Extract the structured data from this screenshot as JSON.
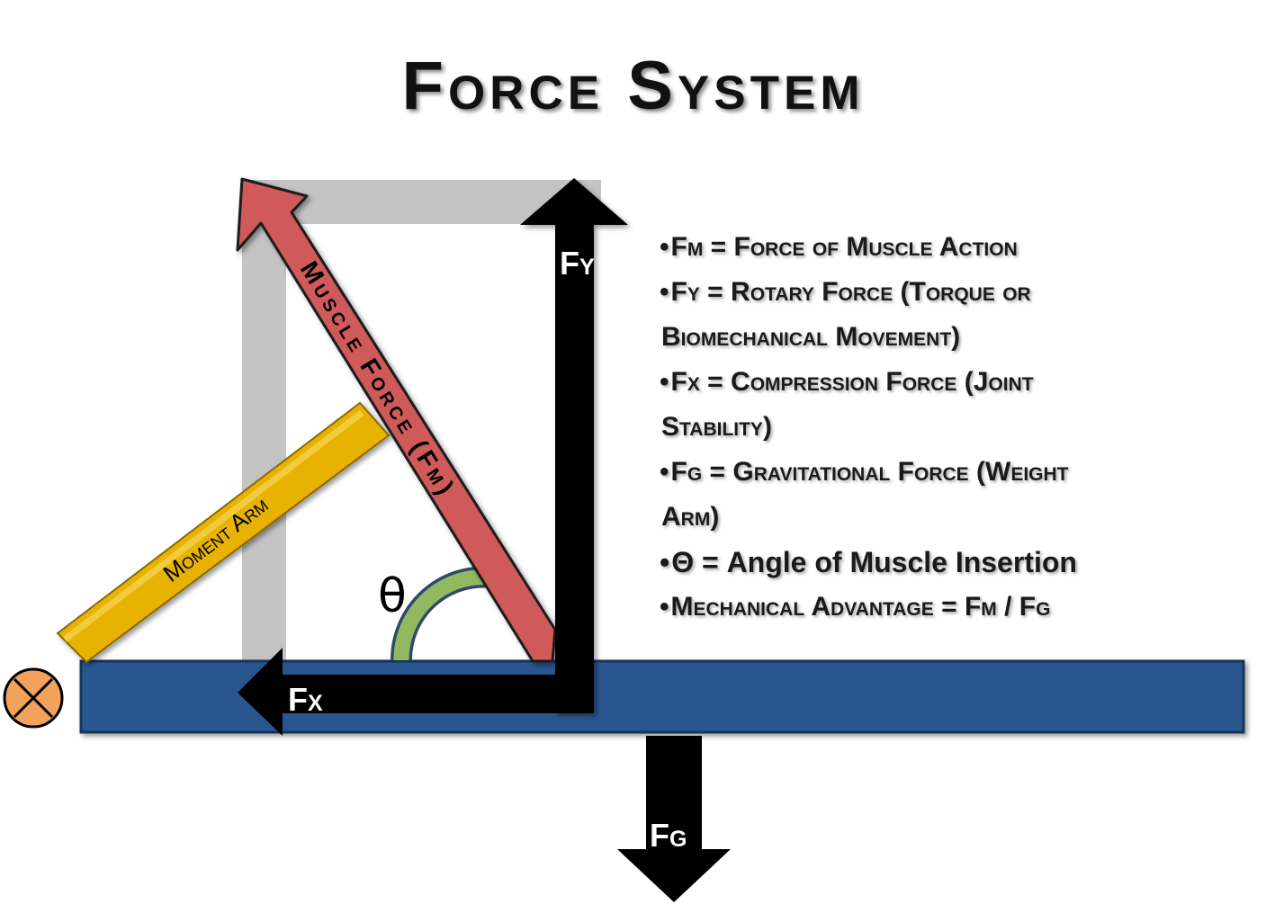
{
  "title": "Force System",
  "labels": {
    "fy": "Fy",
    "fx": "Fx",
    "fg": "Fg",
    "theta": "θ",
    "muscle_force": "Muscle Force (Fm)",
    "moment_arm": "Moment Arm"
  },
  "legend": [
    {
      "bullet": "•",
      "text": "Fm = Force of Muscle Action",
      "style": "small-caps"
    },
    {
      "bullet": "•",
      "text": "Fy = Rotary Force (Torque or",
      "style": "small-caps"
    },
    {
      "bullet": "",
      "text": "Biomechanical Movement)",
      "style": "small-caps"
    },
    {
      "bullet": "•",
      "text": "Fx = Compression Force (Joint",
      "style": "small-caps"
    },
    {
      "bullet": "",
      "text": "Stability)",
      "style": "small-caps"
    },
    {
      "bullet": "•",
      "text": "Fg = Gravitational Force (Weight",
      "style": "small-caps"
    },
    {
      "bullet": "",
      "text": "Arm)",
      "style": "small-caps"
    },
    {
      "bullet": "•",
      "text": "Θ = Angle of Muscle Insertion",
      "style": "plain"
    },
    {
      "bullet": "•",
      "text": "Mechanical Advantage = Fm / Fg",
      "style": "small-caps"
    }
  ],
  "colors": {
    "bar": "#2a568f",
    "muscle_arrow": "#d05a5a",
    "moment_arm": "#e8b300",
    "angle_arc": "#94b860",
    "frame": "#c4c4c4",
    "axis_arrows": "#000000",
    "joint": "#f3a25c"
  },
  "icons": {
    "joint": "axis-joint-icon"
  }
}
